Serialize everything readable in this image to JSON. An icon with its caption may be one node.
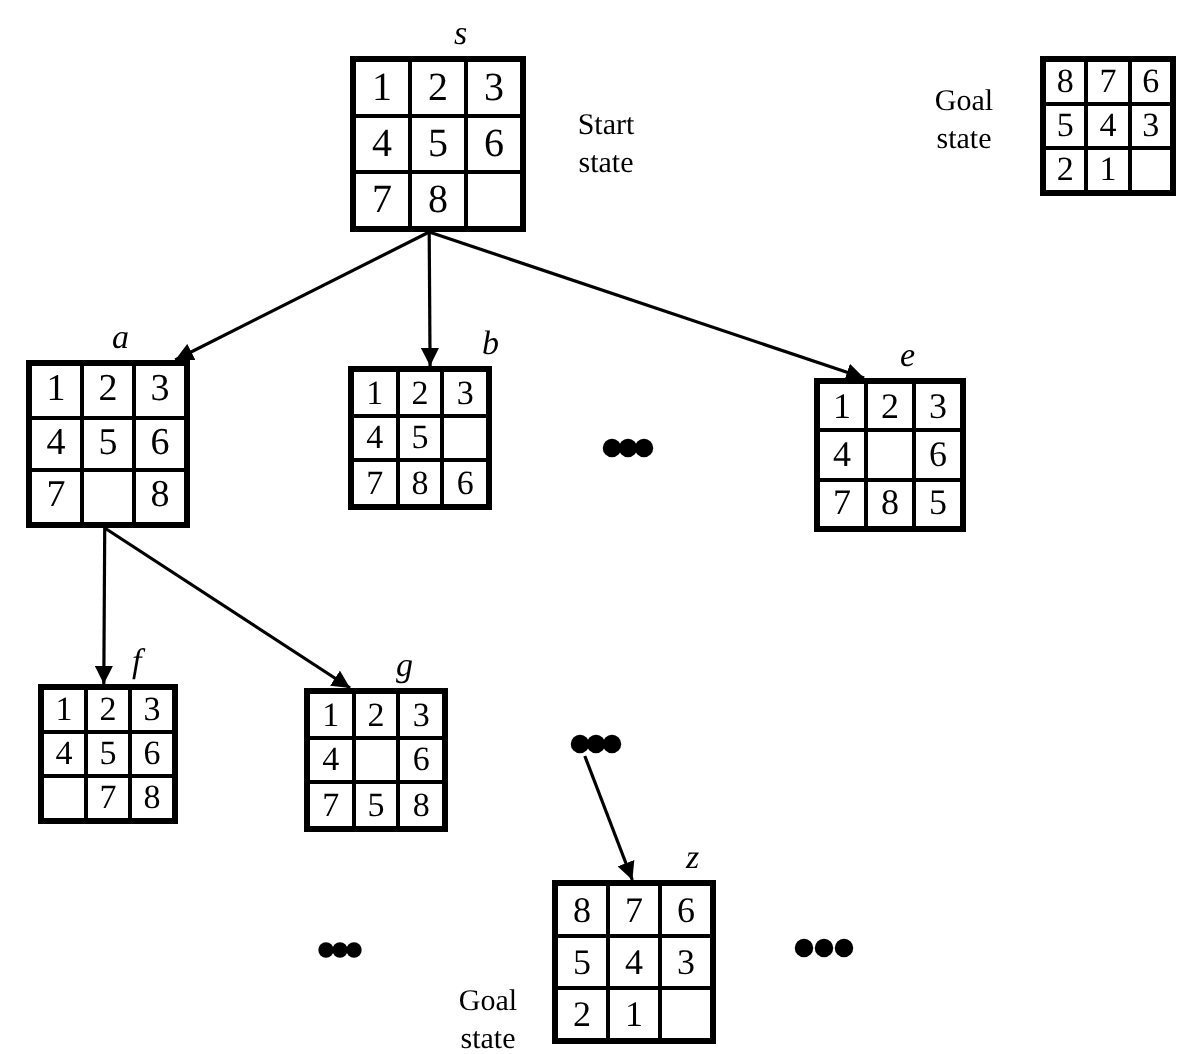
{
  "diagram": {
    "nodes": [
      {
        "text": [
          "s"
        ],
        "beside": [
          "Start state"
        ]
      },
      {
        "text": [
          "1"
        ],
        "in": 0
      },
      {
        "text": [
          "2"
        ],
        "in": 0
      },
      {
        "text": [
          "3"
        ],
        "in": 0
      },
      {
        "text": [
          "4"
        ],
        "in": 0
      },
      {
        "text": [
          "5"
        ],
        "in": 0
      },
      {
        "text": [
          "6"
        ],
        "in": 0
      },
      {
        "text": [
          "7"
        ],
        "in": 0
      },
      {
        "text": [
          "8"
        ],
        "in": 0
      },
      {
        "text": [],
        "shape": "box",
        "in": 0
      },
      {
        "text": [],
        "shape": "box",
        "beside": [
          "Goal state"
        ]
      },
      {
        "text": [
          "8"
        ],
        "in": 10
      },
      {
        "text": [
          "7"
        ],
        "in": 10
      },
      {
        "text": [
          "6"
        ],
        "in": 10
      },
      {
        "text": [
          "5"
        ],
        "in": 10
      },
      {
        "text": [
          "4"
        ],
        "in": 10
      },
      {
        "text": [
          "3"
        ],
        "in": 10
      },
      {
        "text": [
          "2"
        ],
        "in": 10
      },
      {
        "text": [
          "1"
        ],
        "in": 10
      },
      {
        "text": [],
        "shape": "box",
        "in": 10
      },
      {
        "text": [
          "a"
        ]
      },
      {
        "text": [
          "1"
        ],
        "in": 20
      },
      {
        "text": [
          "2"
        ],
        "in": 20
      },
      {
        "text": [
          "3"
        ],
        "in": 20
      },
      {
        "text": [
          "4"
        ],
        "in": 20
      },
      {
        "text": [
          "5"
        ],
        "in": 20
      },
      {
        "text": [
          "6"
        ],
        "in": 20
      },
      {
        "text": [
          "7"
        ],
        "in": 20
      },
      {
        "text": [],
        "shape": "box",
        "in": 20
      },
      {
        "text": [
          "8"
        ],
        "in": 20
      },
      {
        "text": [
          "b"
        ]
      },
      {
        "text": [
          "1"
        ],
        "in": 30
      },
      {
        "text": [
          "2"
        ],
        "in": 30
      },
      {
        "text": [
          "3"
        ],
        "in": 30
      },
      {
        "text": [
          "4"
        ],
        "in": 30
      },
      {
        "text": [
          "5"
        ],
        "in": 30
      },
      {
        "text": [],
        "shape": "box",
        "in": 30
      },
      {
        "text": [
          "7"
        ],
        "in": 30
      },
      {
        "text": [
          "8"
        ],
        "in": 30
      },
      {
        "text": [
          "6"
        ],
        "in": 30
      },
      {
        "text": [],
        "shape": "dots"
      },
      {
        "text": [
          "e"
        ]
      },
      {
        "text": [
          "1"
        ],
        "in": 41
      },
      {
        "text": [
          "2"
        ],
        "in": 41
      },
      {
        "text": [
          "3"
        ],
        "in": 41
      },
      {
        "text": [
          "4"
        ],
        "in": 41
      },
      {
        "text": [],
        "shape": "box",
        "in": 41
      },
      {
        "text": [
          "6"
        ],
        "in": 41
      },
      {
        "text": [
          "7"
        ],
        "in": 41
      },
      {
        "text": [
          "8"
        ],
        "in": 41
      },
      {
        "text": [
          "5"
        ],
        "in": 41
      },
      {
        "text": [
          "f"
        ]
      },
      {
        "text": [
          "1"
        ],
        "in": 51
      },
      {
        "text": [
          "2"
        ],
        "in": 51
      },
      {
        "text": [
          "3"
        ],
        "in": 51
      },
      {
        "text": [
          "4"
        ],
        "in": 51
      },
      {
        "text": [
          "5"
        ],
        "in": 51
      },
      {
        "text": [
          "6"
        ],
        "in": 51
      },
      {
        "text": [],
        "shape": "box",
        "in": 51
      },
      {
        "text": [
          "7"
        ],
        "in": 51
      },
      {
        "text": [
          "8"
        ],
        "in": 51
      },
      {
        "text": [
          "g"
        ]
      },
      {
        "text": [
          "1"
        ],
        "in": 61
      },
      {
        "text": [
          "2"
        ],
        "in": 61
      },
      {
        "text": [
          "3"
        ],
        "in": 61
      },
      {
        "text": [
          "4"
        ],
        "in": 61
      },
      {
        "text": [],
        "shape": "box",
        "in": 61
      },
      {
        "text": [
          "6"
        ],
        "in": 61
      },
      {
        "text": [
          "7"
        ],
        "in": 61
      },
      {
        "text": [
          "5"
        ],
        "in": 61
      },
      {
        "text": [
          "8"
        ],
        "in": 61
      },
      {
        "text": [],
        "shape": "dots"
      },
      {
        "text": [
          "z"
        ],
        "beside": [
          "Goal state"
        ]
      },
      {
        "text": [
          "8"
        ],
        "in": 72
      },
      {
        "text": [
          "7"
        ],
        "in": 72
      },
      {
        "text": [
          "6"
        ],
        "in": 72
      },
      {
        "text": [
          "5"
        ],
        "in": 72
      },
      {
        "text": [
          "4"
        ],
        "in": 72
      },
      {
        "text": [
          "3"
        ],
        "in": 72
      },
      {
        "text": [
          "2"
        ],
        "in": 72
      },
      {
        "text": [
          "1"
        ],
        "in": 72
      },
      {
        "text": [],
        "shape": "box",
        "in": 72
      },
      {
        "text": [],
        "shape": "dots"
      },
      {
        "text": [],
        "shape": "dots"
      }
    ],
    "edges": [
      {
        "from": 0,
        "to": 20,
        "arrow": "to"
      },
      {
        "from": 0,
        "to": 30,
        "arrow": "to"
      },
      {
        "from": 0,
        "to": 41,
        "arrow": "to"
      },
      {
        "from": 20,
        "to": 51,
        "arrow": "to"
      },
      {
        "from": 20,
        "to": 61,
        "arrow": "to"
      },
      {
        "from": 71,
        "to": 72,
        "arrow": "to"
      }
    ]
  }
}
